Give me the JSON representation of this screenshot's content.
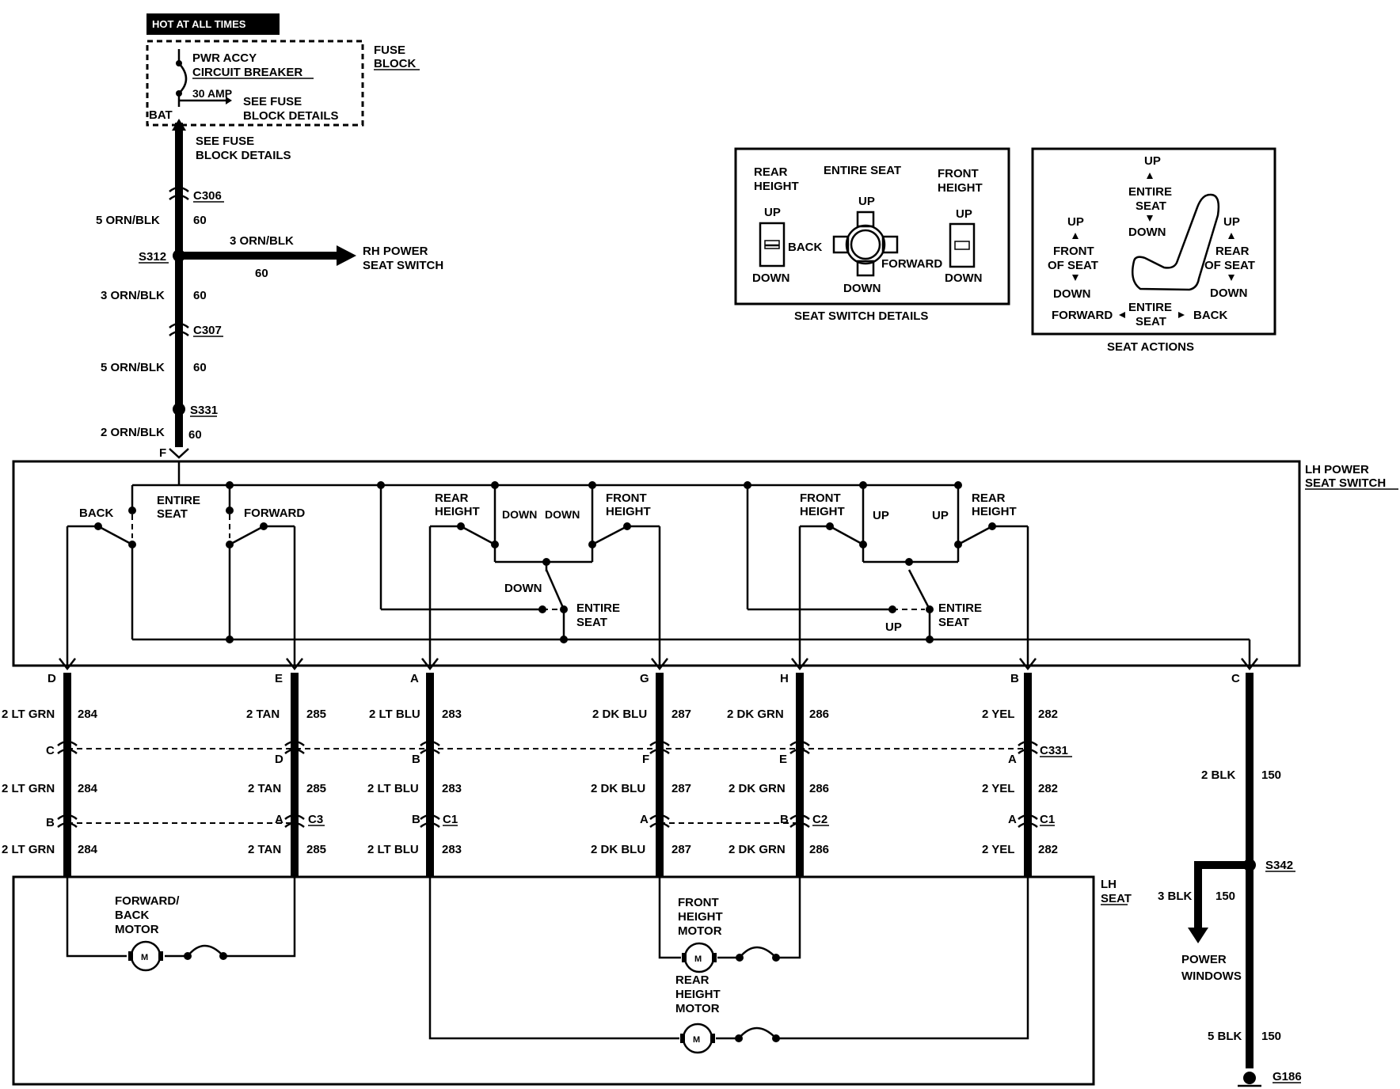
{
  "power": {
    "hot_label": "HOT AT ALL TIMES",
    "fuse_block": "FUSE",
    "fuse_block2": "BLOCK",
    "cb_line1": "PWR ACCY",
    "cb_line2": "CIRCUIT BREAKER",
    "amp": "30 AMP",
    "see_fuse1": "SEE FUSE",
    "see_fuse2": "BLOCK DETAILS",
    "bat": "BAT",
    "see_fuse_b1": "SEE FUSE",
    "see_fuse_b2": "BLOCK DETAILS"
  },
  "feed": {
    "c306": "C306",
    "w1": "5 ORN/BLK",
    "n1": "60",
    "s312": "S312",
    "rh_wire": "3 ORN/BLK",
    "rh_num": "60",
    "rh1": "RH POWER",
    "rh2": "SEAT SWITCH",
    "w2": "3 ORN/BLK",
    "n2": "60",
    "c307": "C307",
    "w3": "5 ORN/BLK",
    "n3": "60",
    "s331": "S331",
    "w4": "2 ORN/BLK",
    "n4": "60",
    "f": "F"
  },
  "seat_switch_details": {
    "caption": "SEAT SWITCH DETAILS",
    "rear1": "REAR",
    "rear2": "HEIGHT",
    "entire": "ENTIRE SEAT",
    "front1": "FRONT",
    "front2": "HEIGHT",
    "up_l": "UP",
    "down_l": "DOWN",
    "back": "BACK",
    "up_c": "UP",
    "forward": "FORWARD",
    "down_c": "DOWN",
    "up_r": "UP",
    "down_r": "DOWN"
  },
  "seat_actions": {
    "caption": "SEAT ACTIONS",
    "up_top": "UP",
    "entire1": "ENTIRE",
    "entire2": "SEAT",
    "down_mid": "DOWN",
    "up_l": "UP",
    "front1": "FRONT",
    "front2": "OF SEAT",
    "down_l": "DOWN",
    "up_r": "UP",
    "rear1": "REAR",
    "rear2": "OF SEAT",
    "down_r": "DOWN",
    "forward": "FORWARD",
    "entire_b1": "ENTIRE",
    "entire_b2": "SEAT",
    "back": "BACK"
  },
  "switch_box": {
    "title1": "LH POWER",
    "title2": "SEAT SWITCH",
    "back": "BACK",
    "entire1": "ENTIRE",
    "entire2": "SEAT",
    "forward": "FORWARD",
    "rear1": "REAR",
    "rear2": "HEIGHT",
    "down1": "DOWN",
    "down2": "DOWN",
    "front1": "FRONT",
    "front2": "HEIGHT",
    "down3": "DOWN",
    "entire3": "ENTIRE",
    "entire4": "SEAT",
    "front3": "FRONT",
    "front4": "HEIGHT",
    "up1": "UP",
    "up2": "UP",
    "rear3": "REAR",
    "rear4": "HEIGHT",
    "up3": "UP",
    "entire5": "ENTIRE",
    "entire6": "SEAT"
  },
  "terminals": [
    "D",
    "E",
    "A",
    "G",
    "H",
    "B",
    "C"
  ],
  "wires": [
    {
      "top_pin": "D",
      "label": "2 LT GRN",
      "num": "284",
      "mid_pin": "C",
      "bot_pin": "B"
    },
    {
      "top_pin": "E",
      "label": "2 TAN",
      "num": "285",
      "mid_pin": "D",
      "bot_pin": "A"
    },
    {
      "top_pin": "A",
      "label": "2 LT BLU",
      "num": "283",
      "mid_pin": "B",
      "bot_pin": "B"
    },
    {
      "top_pin": "G",
      "label": "2 DK BLU",
      "num": "287",
      "mid_pin": "F",
      "bot_pin": "A"
    },
    {
      "top_pin": "H",
      "label": "2 DK GRN",
      "num": "286",
      "mid_pin": "E",
      "bot_pin": "B"
    },
    {
      "top_pin": "B",
      "label": "2 YEL",
      "num": "282",
      "mid_pin": "A",
      "bot_pin": "A"
    }
  ],
  "connectors": {
    "c331": "C331",
    "c3": "C3",
    "c1a": "C1",
    "c2": "C2",
    "c1b": "C1"
  },
  "ground": {
    "w1": "2 BLK",
    "n1": "150",
    "s342": "S342",
    "w2": "3 BLK",
    "n2": "150",
    "pw1": "POWER",
    "pw2": "WINDOWS",
    "w3": "5 BLK",
    "n3": "150",
    "g186": "G186"
  },
  "seat": {
    "title1": "LH",
    "title2": "SEAT",
    "fb1": "FORWARD/",
    "fb2": "BACK",
    "fb3": "MOTOR",
    "fh1": "FRONT",
    "fh2": "HEIGHT",
    "fh3": "MOTOR",
    "rh1": "REAR",
    "rh2": "HEIGHT",
    "rh3": "MOTOR",
    "m": "M"
  }
}
